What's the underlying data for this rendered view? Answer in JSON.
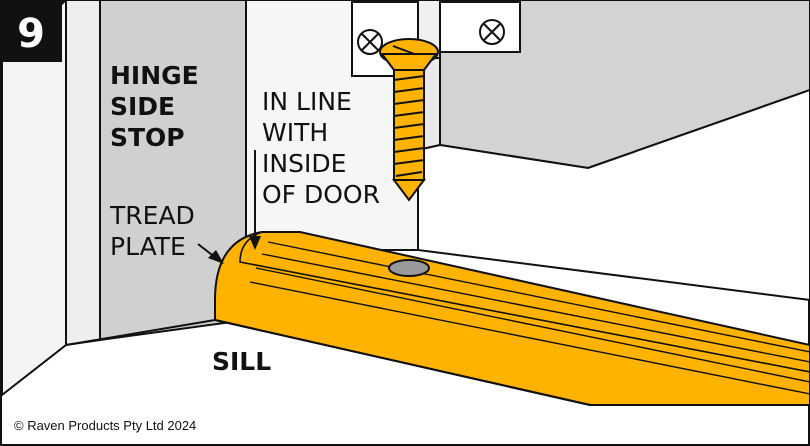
{
  "step_number": "9",
  "labels": {
    "hinge_side_stop": [
      "HINGE",
      "SIDE",
      "STOP"
    ],
    "in_line": [
      "IN LINE",
      "WITH",
      "INSIDE",
      "OF DOOR"
    ],
    "tread_plate": [
      "TREAD",
      "PLATE"
    ],
    "sill": "SILL"
  },
  "copyright": "© Raven Products Pty Ltd 2024",
  "colors": {
    "tread_plate": "#ffb200",
    "screw": "#ffb200",
    "stop_face": "#cfcfcf",
    "stop_side": "#e9e9e9",
    "wall": "#f3f3f3",
    "outline": "#111111",
    "screw_head": "#9a9a9a"
  },
  "icons": [
    "screw-icon",
    "phillips-head-icon",
    "arrow-icon"
  ]
}
